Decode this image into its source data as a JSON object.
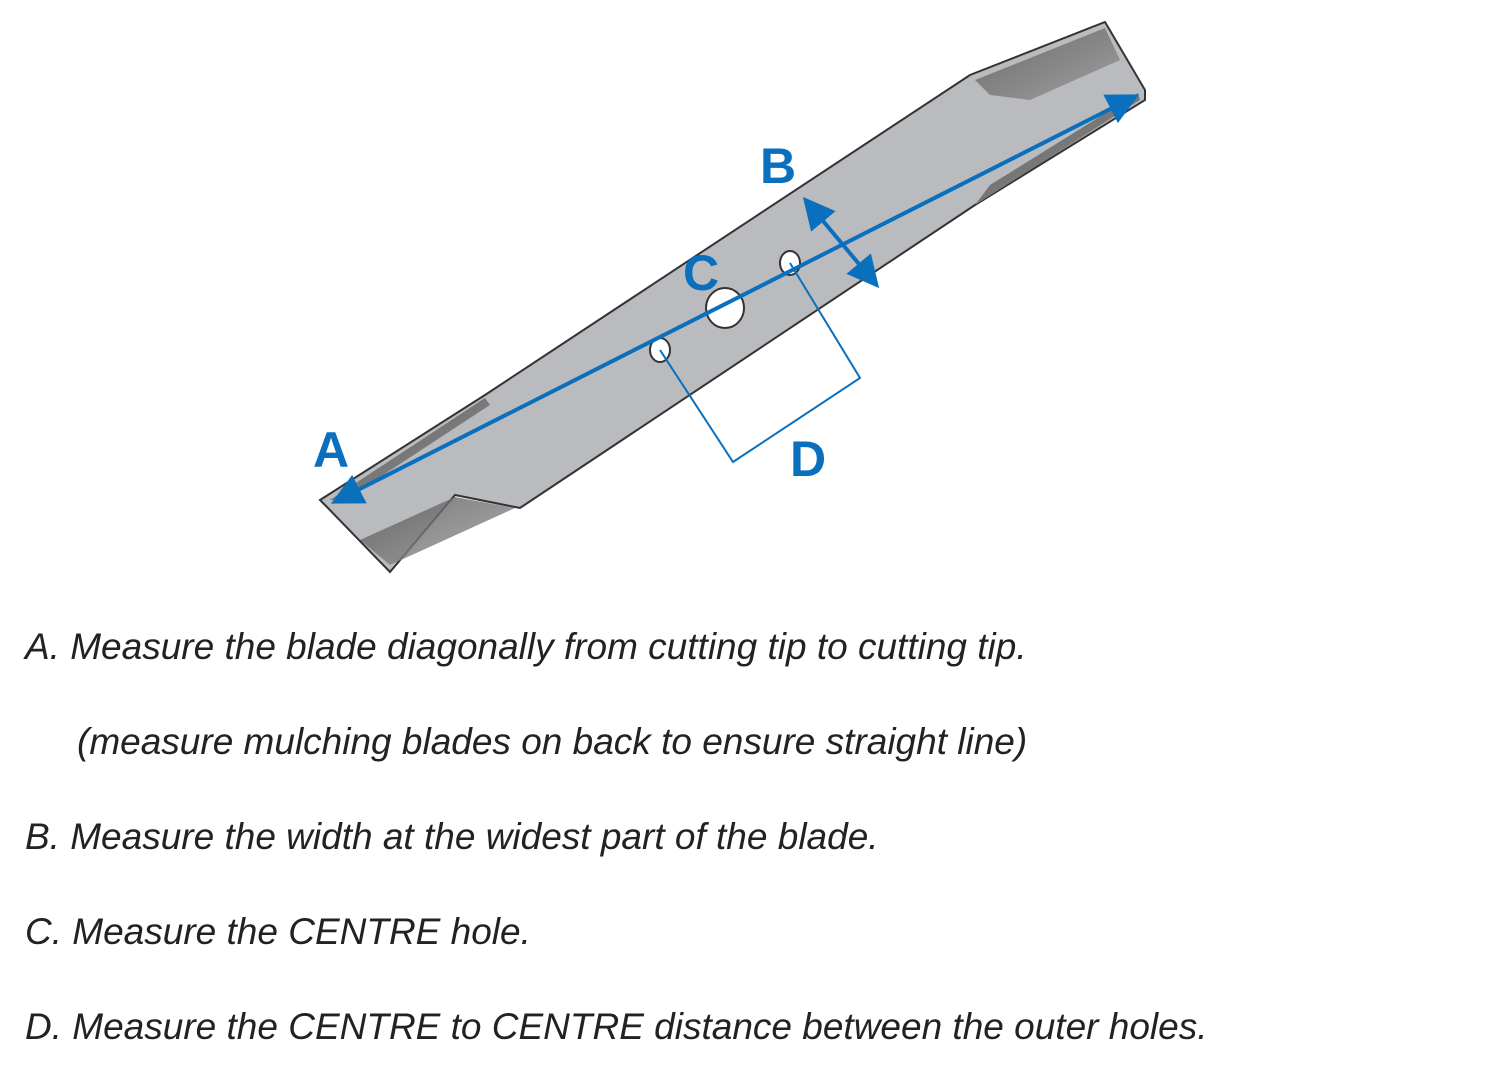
{
  "diagram": {
    "labels": {
      "a": "A",
      "b": "B",
      "c": "C",
      "d": "D"
    },
    "colors": {
      "accent": "#0a6fbd",
      "blade": "#b9bbbe",
      "text": "#222222"
    }
  },
  "instructions": [
    "A. Measure the blade diagonally from cutting tip to cutting tip.",
    "(measure mulching blades on back to ensure straight line)",
    "B. Measure the width at the widest part of the blade.",
    "C. Measure the CENTRE hole.",
    "D. Measure the CENTRE to CENTRE distance between the outer holes."
  ]
}
